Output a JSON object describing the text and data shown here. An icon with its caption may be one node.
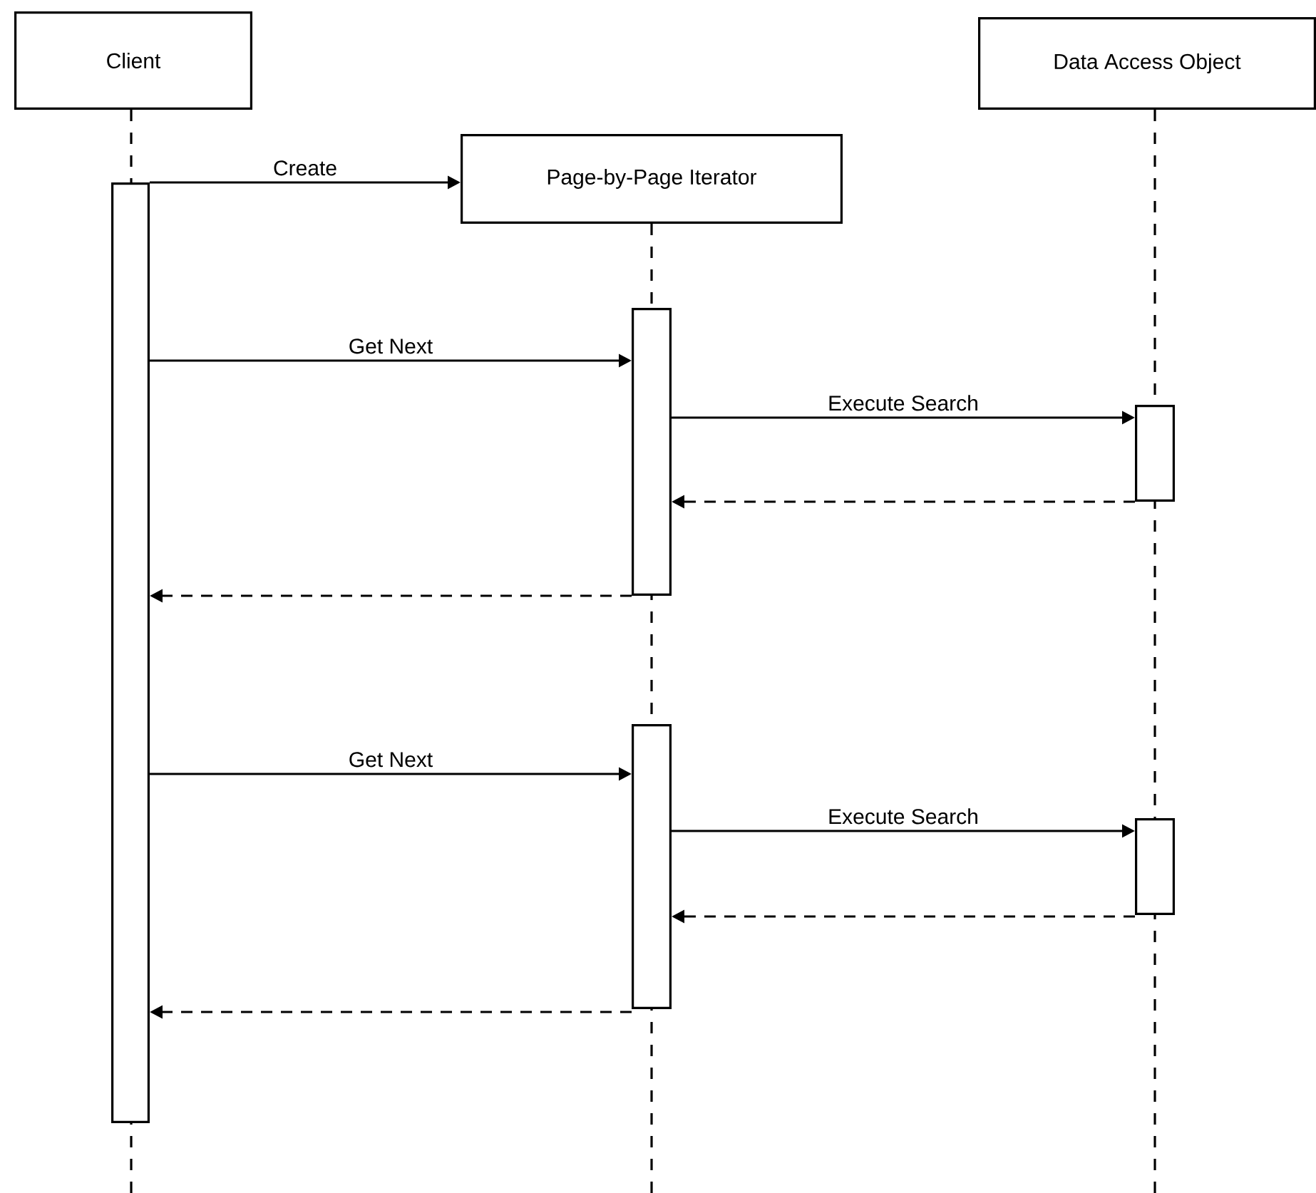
{
  "diagram": {
    "nodes": [
      {
        "text": [
          "Client"
        ]
      },
      {
        "text": [
          "Page-by-Page Iterator"
        ]
      },
      {
        "text": [
          "Data Access Object"
        ]
      },
      {
        "text": [],
        "shape": "bar"
      },
      {
        "text": [],
        "shape": "bar"
      },
      {
        "text": [],
        "shape": "bar"
      },
      {
        "text": [],
        "shape": "bar"
      },
      {
        "text": [],
        "shape": "bar"
      }
    ],
    "edges": [
      {
        "from": 3,
        "to": 1,
        "arrow": "to",
        "label": "Create"
      },
      {
        "from": 3,
        "to": 4,
        "arrow": "to",
        "label": "Get Next"
      },
      {
        "from": 4,
        "to": 5,
        "arrow": "to",
        "label": "Execute Search"
      },
      {
        "from": 5,
        "to": 4,
        "arrow": "to",
        "style": "dashed"
      },
      {
        "from": 4,
        "to": 3,
        "arrow": "to",
        "style": "dashed"
      },
      {
        "from": 3,
        "to": 6,
        "arrow": "to",
        "label": "Get Next"
      },
      {
        "from": 6,
        "to": 7,
        "arrow": "to",
        "label": "Execute Search"
      },
      {
        "from": 7,
        "to": 6,
        "arrow": "to",
        "style": "dashed"
      },
      {
        "from": 6,
        "to": 3,
        "arrow": "to",
        "style": "dashed"
      }
    ]
  }
}
